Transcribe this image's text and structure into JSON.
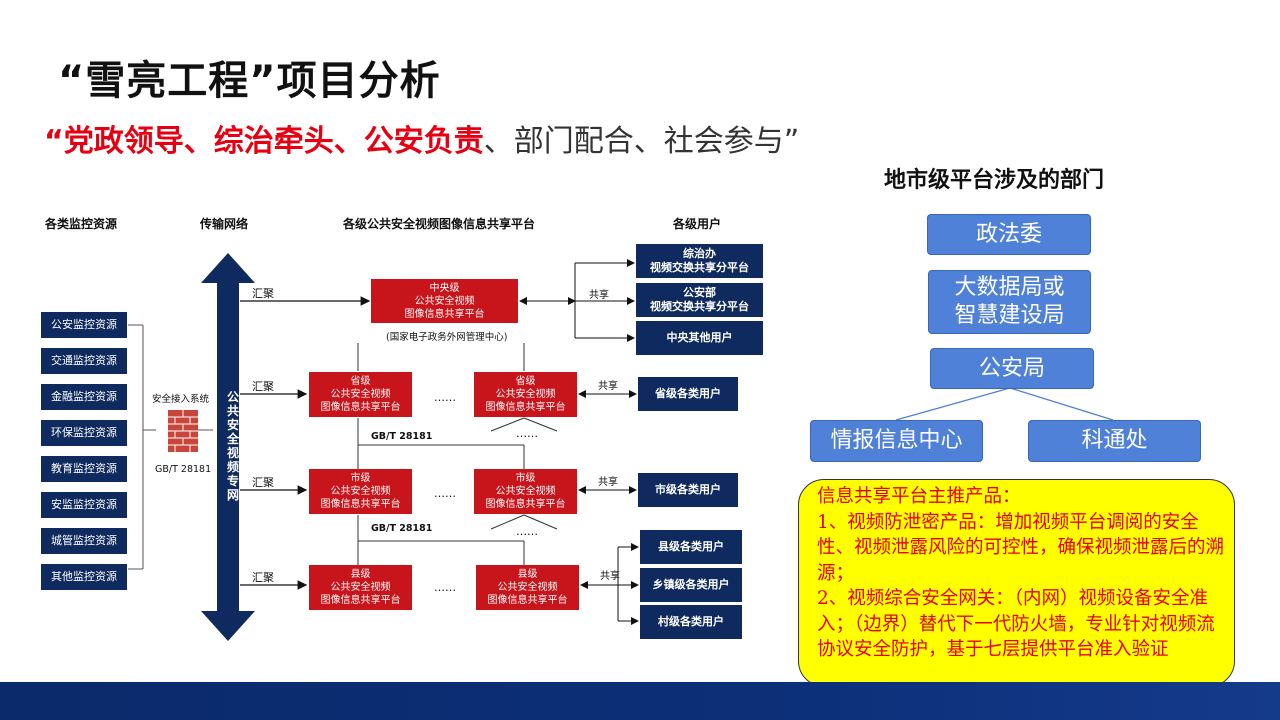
{
  "title": "“雪亮工程”项目分析",
  "subtitle": {
    "red1": "“党政领导",
    "sep1": "、",
    "red2": "综治牵头",
    "sep2": "、",
    "red3": "公安负责",
    "gray": "、部门配合、社会参与”"
  },
  "diagram": {
    "col_headers": [
      "各类监控资源",
      "传输网络",
      "各级公共安全视频图像信息共享平台",
      "各级用户"
    ],
    "sources": [
      "公安监控资源",
      "交通监控资源",
      "金融监控资源",
      "环保监控资源",
      "教育监控资源",
      "安监监控资源",
      "城管监控资源",
      "其他监控资源"
    ],
    "access_system": "安全接入系统",
    "gb_label": "GB/T 28181",
    "network_label": "公共安全视频专网",
    "aggregate": "汇聚",
    "share": "共享",
    "ellipsis": "……",
    "central_platform": [
      "中央级",
      "公共安全视频",
      "图像信息共享平台"
    ],
    "central_note": "(国家电子政务外网管理中心)",
    "province_platform": [
      "省级",
      "公共安全视频",
      "图像信息共享平台"
    ],
    "city_platform": [
      "市级",
      "公共安全视频",
      "图像信息共享平台"
    ],
    "county_platform": [
      "县级",
      "公共安全视频",
      "图像信息共享平台"
    ],
    "central_users": [
      [
        "综治办",
        "视频交换共享分平台"
      ],
      [
        "公安部",
        "视频交换共享分平台"
      ],
      [
        "中央其他用户"
      ]
    ],
    "province_users": "省级各类用户",
    "city_users": "市级各类用户",
    "county_users": [
      "县级各类用户",
      "乡镇级各类用户",
      "村级各类用户"
    ]
  },
  "departments": {
    "title": "地市级平台涉及的部门",
    "zhengfawei": "政法委",
    "dashuju": "大数据局或\n智慧建设局",
    "gonganju": "公安局",
    "qingbao": "情报信息中心",
    "ketong": "科通处"
  },
  "products": {
    "lines": [
      "信息共享平台主推产品：",
      "1、视频防泄密产品：增加视频平台调阅的安全性、视频泄露风险的可控性，确保视频泄露后的溯源；",
      "2、视频综合安全网关：（内网）视频设备安全准入；（边界）替代下一代防火墙，专业针对视频流协议安全防护，基于七层提供平台准入验证"
    ]
  },
  "colors": {
    "red": "#e60012",
    "navy": "#0f2a5e",
    "platform_red": "#c8141b",
    "blue_box": "#4f81d9",
    "yellow": "#ffff00"
  }
}
